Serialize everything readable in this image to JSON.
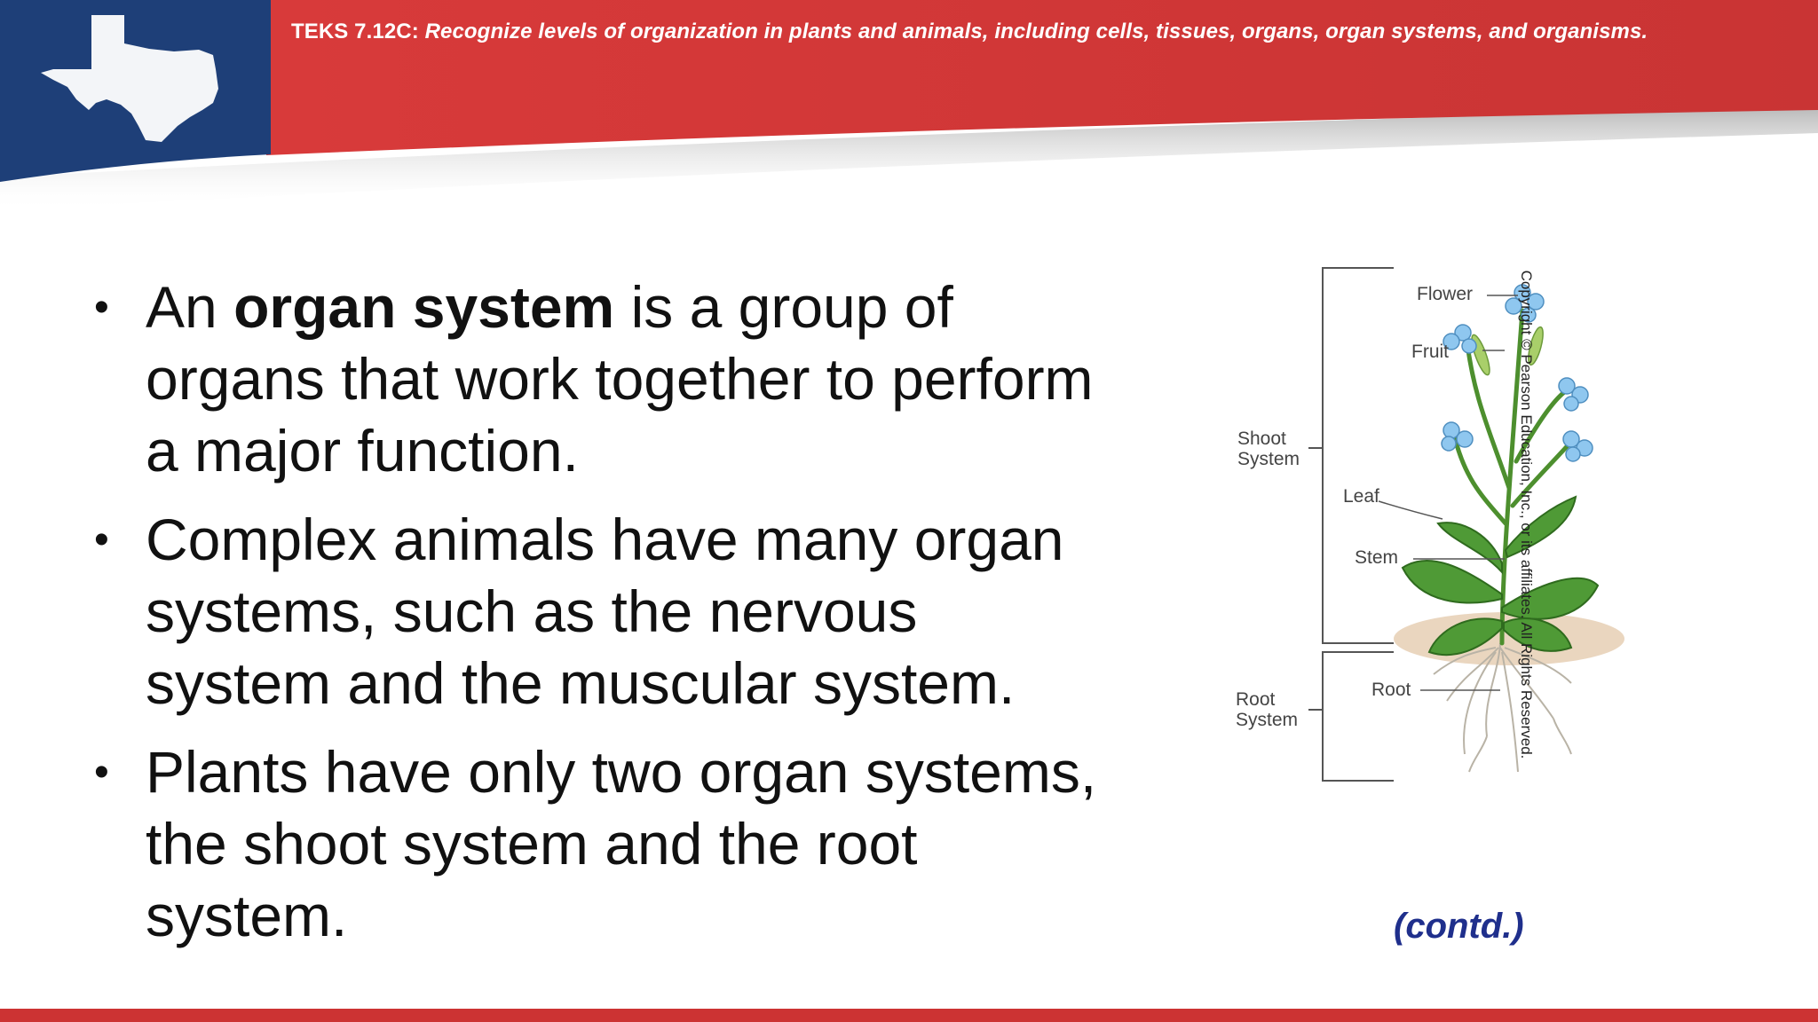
{
  "header": {
    "standard_code": "TEKS 7.12C: ",
    "standard_text": "Recognize levels of organization in plants and animals, including cells, tissues, organs, organ systems, and organisms."
  },
  "bullets": [
    {
      "before": "An ",
      "bold": "organ system",
      "after": " is a group of organs that work together to perform a major function."
    },
    {
      "text": "Complex animals have many organ systems, such as the nervous system and the muscular system."
    },
    {
      "text": "Plants have only two organ systems, the shoot system and the root system."
    }
  ],
  "figure": {
    "labels": {
      "flower": "Flower",
      "fruit": "Fruit",
      "shoot_system_line1": "Shoot",
      "shoot_system_line2": "System",
      "leaf": "Leaf",
      "stem": "Stem",
      "root": "Root",
      "root_system_line1": "Root",
      "root_system_line2": "System"
    }
  },
  "contd": "(contd.)",
  "copyright": "Copyright © Pearson Education, Inc., or its affiliates. All Rights Reserved.",
  "colors": {
    "banner_red": "#d23a3a",
    "banner_blue": "#1e3f78",
    "contd_blue": "#1f2f8c",
    "bottom_bar": "#cc3333"
  }
}
